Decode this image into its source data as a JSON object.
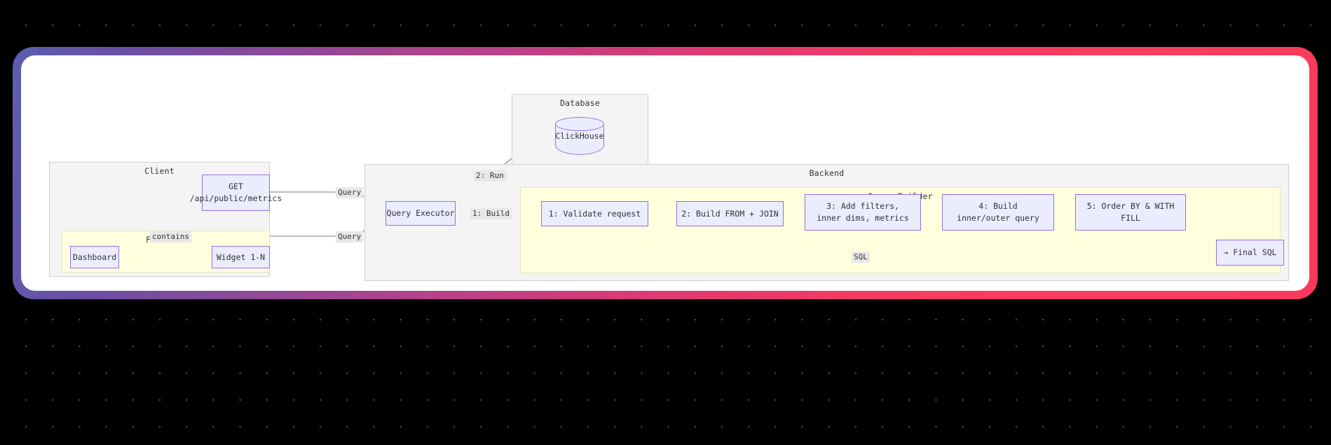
{
  "frame": {
    "gradient_start": "#5a5fb0",
    "gradient_mid": "#b8418a",
    "gradient_end": "#fb3e5e",
    "background": "#000000",
    "dot_color": "#4a4a4a",
    "canvas_background": "#ffffff"
  },
  "palette": {
    "node_fill": "#ececff",
    "node_border": "#9370db",
    "group_fill": "#f4f4f4",
    "group_border": "#cfcfcf",
    "yellow_fill": "#ffffde",
    "yellow_border": "#e6e6b8",
    "edge_label_bg": "#e8e8e8",
    "text": "#333333"
  },
  "groups": {
    "client": {
      "title": "Client"
    },
    "frontend": {
      "title": "Frontend"
    },
    "database": {
      "title": "Database"
    },
    "backend": {
      "title": "Backend"
    },
    "query_builder": {
      "title": "Query Builder"
    }
  },
  "nodes": {
    "get_endpoint": {
      "line1": "GET",
      "line2": "/api/public/metrics"
    },
    "dashboard": {
      "label": "Dashboard"
    },
    "widget": {
      "label": "Widget 1-N"
    },
    "clickhouse": {
      "label": "ClickHouse"
    },
    "query_executor": {
      "label": "Query Executor"
    },
    "step1": {
      "label": "1: Validate request"
    },
    "step2": {
      "label": "2: Build FROM + JOIN"
    },
    "step3": {
      "line1": "3: Add filters,",
      "line2": "inner dims, metrics"
    },
    "step4": {
      "line1": "4: Build",
      "line2": "inner/outer query"
    },
    "step5": {
      "line1": "5: Order BY & WITH",
      "line2": "FILL"
    },
    "final_sql": {
      "label": "→ Final SQL"
    }
  },
  "edges": {
    "contains": {
      "label": "contains"
    },
    "query_top": {
      "label": "Query"
    },
    "query_bottom": {
      "label": "Query"
    },
    "run": {
      "label": "2: Run"
    },
    "build": {
      "label": "1: Build"
    },
    "sql": {
      "label": "SQL"
    }
  }
}
